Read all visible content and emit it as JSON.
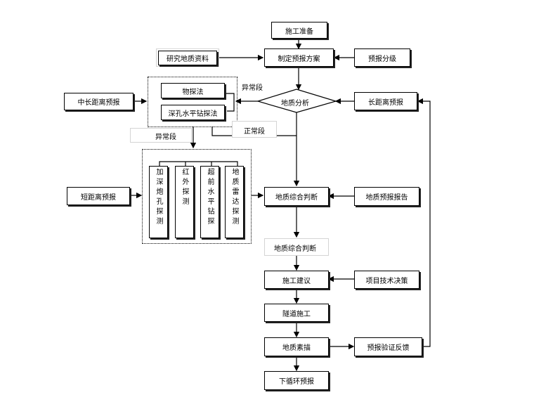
{
  "nodes": {
    "construction_prep": "施工准备",
    "research_geo_data": "研究地质资料",
    "make_plan": "制定预报方案",
    "forecast_grading": "预报分级",
    "geophysics_method": "物探法",
    "deep_hole_drill": "深孔水平钻探法",
    "mid_long_forecast": "中长距离预报",
    "geo_analysis": "地质分析",
    "long_forecast": "长距离预报",
    "short_forecast": "短距离预报",
    "geo_synthesis_1": "地质综合判断",
    "geo_forecast_report": "地质预报报告",
    "geo_synthesis_2": "地质综合判断",
    "construction_advice": "施工建议",
    "project_decision": "项目技术决策",
    "tunnel_construction": "隧道施工",
    "geo_sketch": "地质素描",
    "forecast_feedback": "预报验证反馈",
    "next_cycle": "下循环预报"
  },
  "labels": {
    "abnormal_1": "异常段",
    "abnormal_2": "异常段",
    "normal": "正常段"
  },
  "methods": [
    "加深炮孔探测",
    "红外探测",
    "超前水平钻探",
    "地质雷达探测"
  ]
}
